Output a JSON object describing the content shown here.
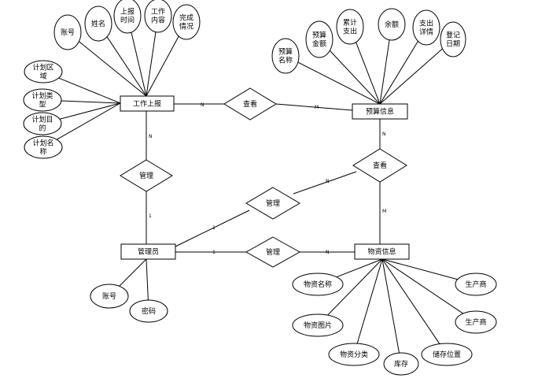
{
  "entities": {
    "work_report": "工作上报",
    "budget_info": "预算信息",
    "admin": "管理员",
    "material_info": "物资信息"
  },
  "relationships": {
    "view_top": "查看",
    "view_right": "查看",
    "manage_left": "管理",
    "manage_center": "管理",
    "manage_bottom": "管理"
  },
  "attributes": {
    "work_report": [
      [
        "账号"
      ],
      [
        "姓名"
      ],
      [
        "上报",
        "时间"
      ],
      [
        "工作",
        "内容"
      ],
      [
        "完成",
        "情况"
      ],
      [
        "计划区",
        "域"
      ],
      [
        "计划类",
        "型"
      ],
      [
        "计划目",
        "的"
      ],
      [
        "计划名",
        "称"
      ]
    ],
    "budget_info": [
      [
        "预算",
        "名称"
      ],
      [
        "预算",
        "金额"
      ],
      [
        "累计",
        "支出"
      ],
      [
        "余额"
      ],
      [
        "支出",
        "详情"
      ],
      [
        "登记",
        "日期"
      ]
    ],
    "admin": [
      [
        "账号"
      ],
      [
        "密码"
      ]
    ],
    "material_info": [
      [
        "物资名称"
      ],
      [
        "物资图片"
      ],
      [
        "物资分类"
      ],
      [
        "库存"
      ],
      [
        "储存位置"
      ],
      [
        "生产商"
      ],
      [
        "生产商"
      ]
    ]
  },
  "cardinalities": {
    "work_to_view": "N",
    "view_to_budget": "M",
    "budget_to_view": "N",
    "work_to_manage": "N",
    "manage_to_admin": "1",
    "admin_to_manage_center": "1",
    "manage_center_to_view": "N",
    "admin_to_manage_bottom": "1",
    "manage_bottom_to_material": "N",
    "view_to_material": "M"
  }
}
